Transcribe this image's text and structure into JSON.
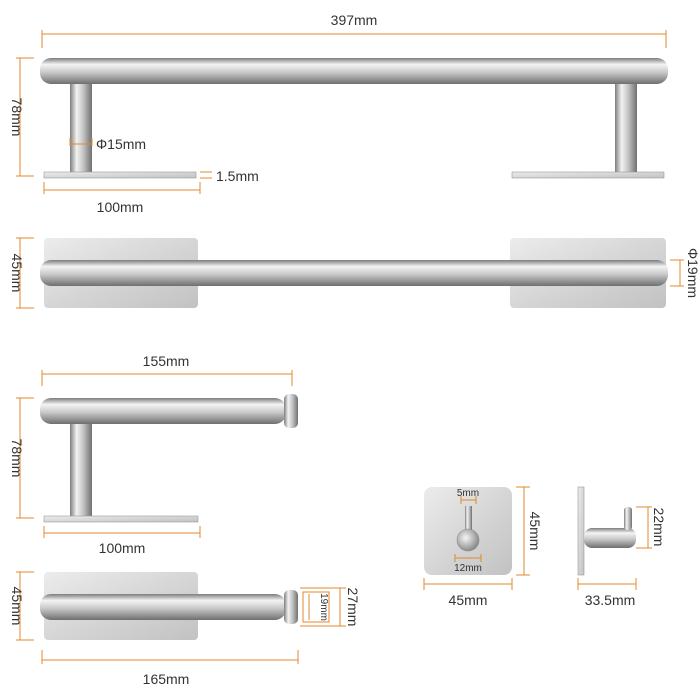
{
  "colors": {
    "dimension_line": "#e08a2c",
    "text": "#333333",
    "steel_light": "#e8e8e8",
    "steel_dark": "#8e8e8e",
    "plate": "#dcdcdc"
  },
  "towel_bar": {
    "overall_width": "397mm",
    "height": "78mm",
    "post_diameter": "Φ15mm",
    "plate_thickness": "1.5mm",
    "plate_width": "100mm",
    "depth": "45mm",
    "bar_diameter": "Φ19mm"
  },
  "paper_holder": {
    "length": "155mm",
    "height": "78mm",
    "plate_width": "100mm",
    "depth": "45mm",
    "bar_diameter": "19mm",
    "end_cap": "27mm",
    "overall_length": "165mm"
  },
  "hook": {
    "peg_diameter": "5mm",
    "knob_diameter": "12mm",
    "plate_height": "45mm",
    "plate_width": "45mm",
    "projection": "22mm",
    "depth": "33.5mm"
  }
}
